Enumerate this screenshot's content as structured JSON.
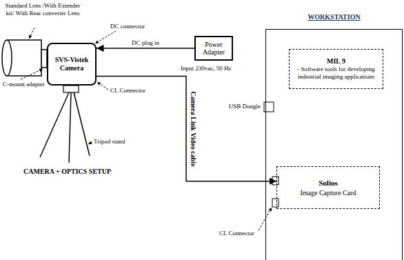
{
  "diagram": {
    "nodes": [
      {
        "text": [
          "SVS-Vistek Camera"
        ]
      },
      {
        "text": [
          "Power Adapter"
        ]
      },
      {
        "text": [
          "WORKSTATION"
        ]
      },
      {
        "text": [
          "MIL 9",
          "- Software tools for developing industrial imaging applications"
        ],
        "in": 2
      },
      {
        "text": [
          "Solios",
          "Image Capture Card"
        ],
        "in": 2
      }
    ],
    "edges": [
      {
        "from": 1,
        "to": 0,
        "label": "DC plug in",
        "arrow": "to"
      },
      {
        "from": 0,
        "to": 4,
        "label": "Camera Link Video cable",
        "arrow": "to"
      }
    ],
    "labels": [
      "Standard Lens /With Extender kit/ With Rear converter Lens",
      "DC connector",
      "C-mount adapter",
      "CL Connector",
      "Tripod stand",
      "CAMERA + OPTICS SETUP",
      "Input 230vac, 50 Hz",
      "USB Dongle",
      "CL Connector"
    ]
  }
}
